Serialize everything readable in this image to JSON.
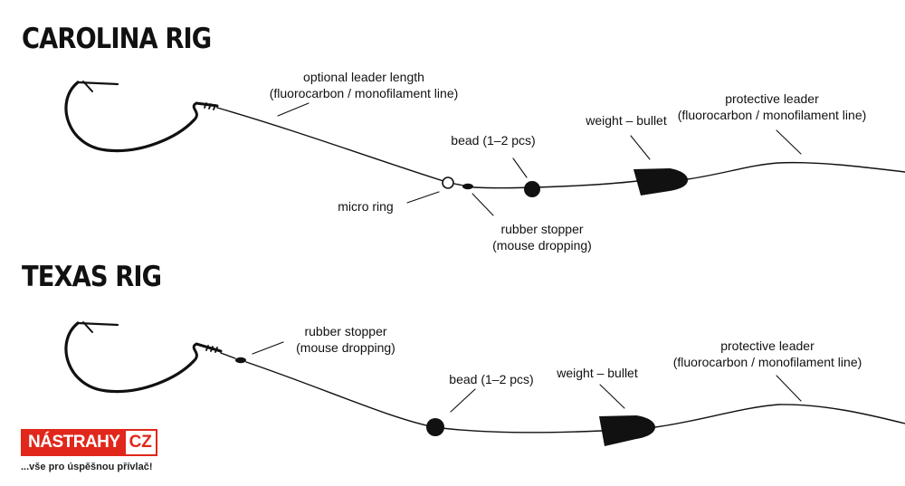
{
  "carolina": {
    "title": "CAROLINA RIG",
    "leader_length": [
      "optional leader length",
      "(fluorocarbon / monofilament line)"
    ],
    "micro_ring": "micro ring",
    "bead": "bead (1–2 pcs)",
    "rubber_stopper": [
      "rubber stopper",
      "(mouse dropping)"
    ],
    "weight": "weight – bullet",
    "protective_leader": [
      "protective leader",
      "(fluorocarbon / monofilament line)"
    ]
  },
  "texas": {
    "title": "TEXAS RIG",
    "rubber_stopper": [
      "rubber stopper",
      "(mouse dropping)"
    ],
    "bead": "bead (1–2 pcs)",
    "weight": "weight – bullet",
    "protective_leader": [
      "protective leader",
      "(fluorocarbon / monofilament line)"
    ]
  },
  "logo": {
    "name": "NÁSTRAHY",
    "suffix": "CZ",
    "tagline": "...vše pro úspěšnou přívlač!",
    "brand_color": "#e1271b"
  }
}
